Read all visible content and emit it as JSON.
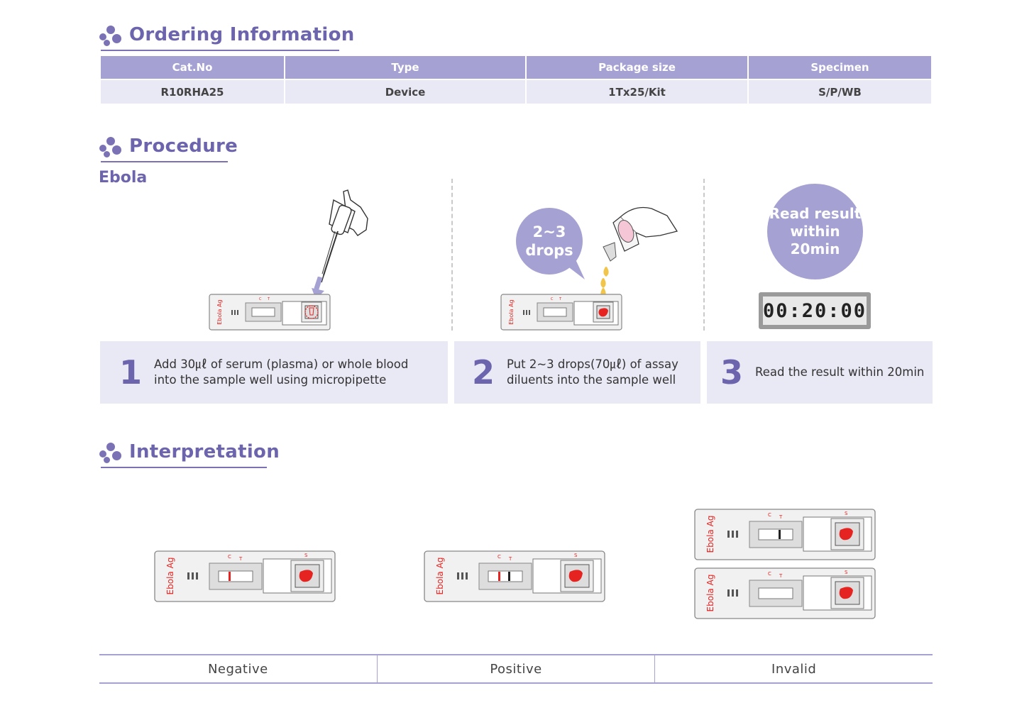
{
  "sections": {
    "ordering": "Ordering Information",
    "procedure": "Procedure",
    "interpretation": "Interpretation"
  },
  "order_table": {
    "headers": [
      "Cat.No",
      "Type",
      "Package size",
      "Specimen"
    ],
    "row": [
      "R10RHA25",
      "Device",
      "1Tx25/Kit",
      "S/P/WB"
    ]
  },
  "procedure": {
    "subtitle": "Ebola",
    "bubble_drops_line1": "2~3",
    "bubble_drops_line2": "drops",
    "bubble_read_line1": "Read result",
    "bubble_read_line2": "within",
    "bubble_read_line3": "20min",
    "timer": "00:20:00",
    "steps": [
      {
        "num": "1",
        "line1": "Add 30㎕ of serum (plasma) or whole blood",
        "line2": "into the sample well using micropipette"
      },
      {
        "num": "2",
        "line1": "Put 2~3 drops(70㎕) of assay",
        "line2": "diluents into the sample well"
      },
      {
        "num": "3",
        "line1": "Read the result within 20min"
      }
    ]
  },
  "device": {
    "brand": "Ebola Ag",
    "mark_c": "C",
    "mark_t": "T",
    "mark_s": "S"
  },
  "interpretation": {
    "labels": [
      "Negative",
      "Positive",
      "Invalid"
    ]
  },
  "colors": {
    "accent": "#6c65ad",
    "header_fill": "#a5a1d2",
    "light_fill": "#e9e8f5",
    "red_line": "#e52421"
  }
}
